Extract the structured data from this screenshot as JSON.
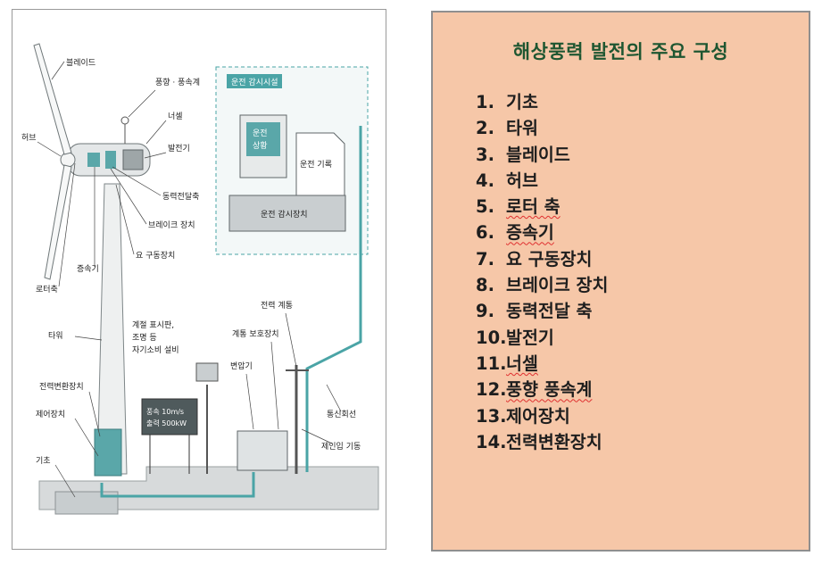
{
  "diagram": {
    "labels": {
      "blade": "블레이드",
      "hub": "허브",
      "wind_vane": "풍향 · 풍속계",
      "nacelle": "너셀",
      "generator": "발전기",
      "power_transmission_shaft": "동력전달축",
      "brake": "브레이크 장치",
      "yaw_drive": "요 구동장치",
      "gearbox": "증속기",
      "rotor_shaft": "로터축",
      "tower": "타워",
      "power_converter": "전력변환장치",
      "controller": "제어장치",
      "foundation": "기초",
      "signage": "계절 표시판,\n조명 등\n자기소비 설비",
      "monitoring_facility": "운전 감시시설",
      "monitor_screen": "운전\n상황",
      "operation_record": "운전 기록",
      "monitoring_device": "운전 감시장치",
      "power_line": "전력 계통",
      "grid_protection": "계통 보호장치",
      "transformer": "변압기",
      "comm_line": "통신회선",
      "lead_in_pole": "제인입 기동",
      "display_board": "풍속 10m/s\n출력 500kW"
    }
  },
  "panel": {
    "title": "해상풍력 발전의 주요 구성",
    "items": [
      {
        "num": "1.",
        "text": "기초"
      },
      {
        "num": "2.",
        "text": "타워"
      },
      {
        "num": "3.",
        "text": "블레이드"
      },
      {
        "num": "4.",
        "text": "허브"
      },
      {
        "num": "5.",
        "text": "로터 축"
      },
      {
        "num": "6.",
        "text": "증속기"
      },
      {
        "num": "7.",
        "text": "요 구동장치"
      },
      {
        "num": "8.",
        "text": "브레이크 장치"
      },
      {
        "num": "9.",
        "text": "동력전달 축"
      },
      {
        "num": "10.",
        "text": "발전기"
      },
      {
        "num": "11.",
        "text": "너셀"
      },
      {
        "num": "12.",
        "text": "풍향 풍속계"
      },
      {
        "num": "13.",
        "text": "제어장치"
      },
      {
        "num": "14.",
        "text": "전력변환장치"
      }
    ]
  }
}
